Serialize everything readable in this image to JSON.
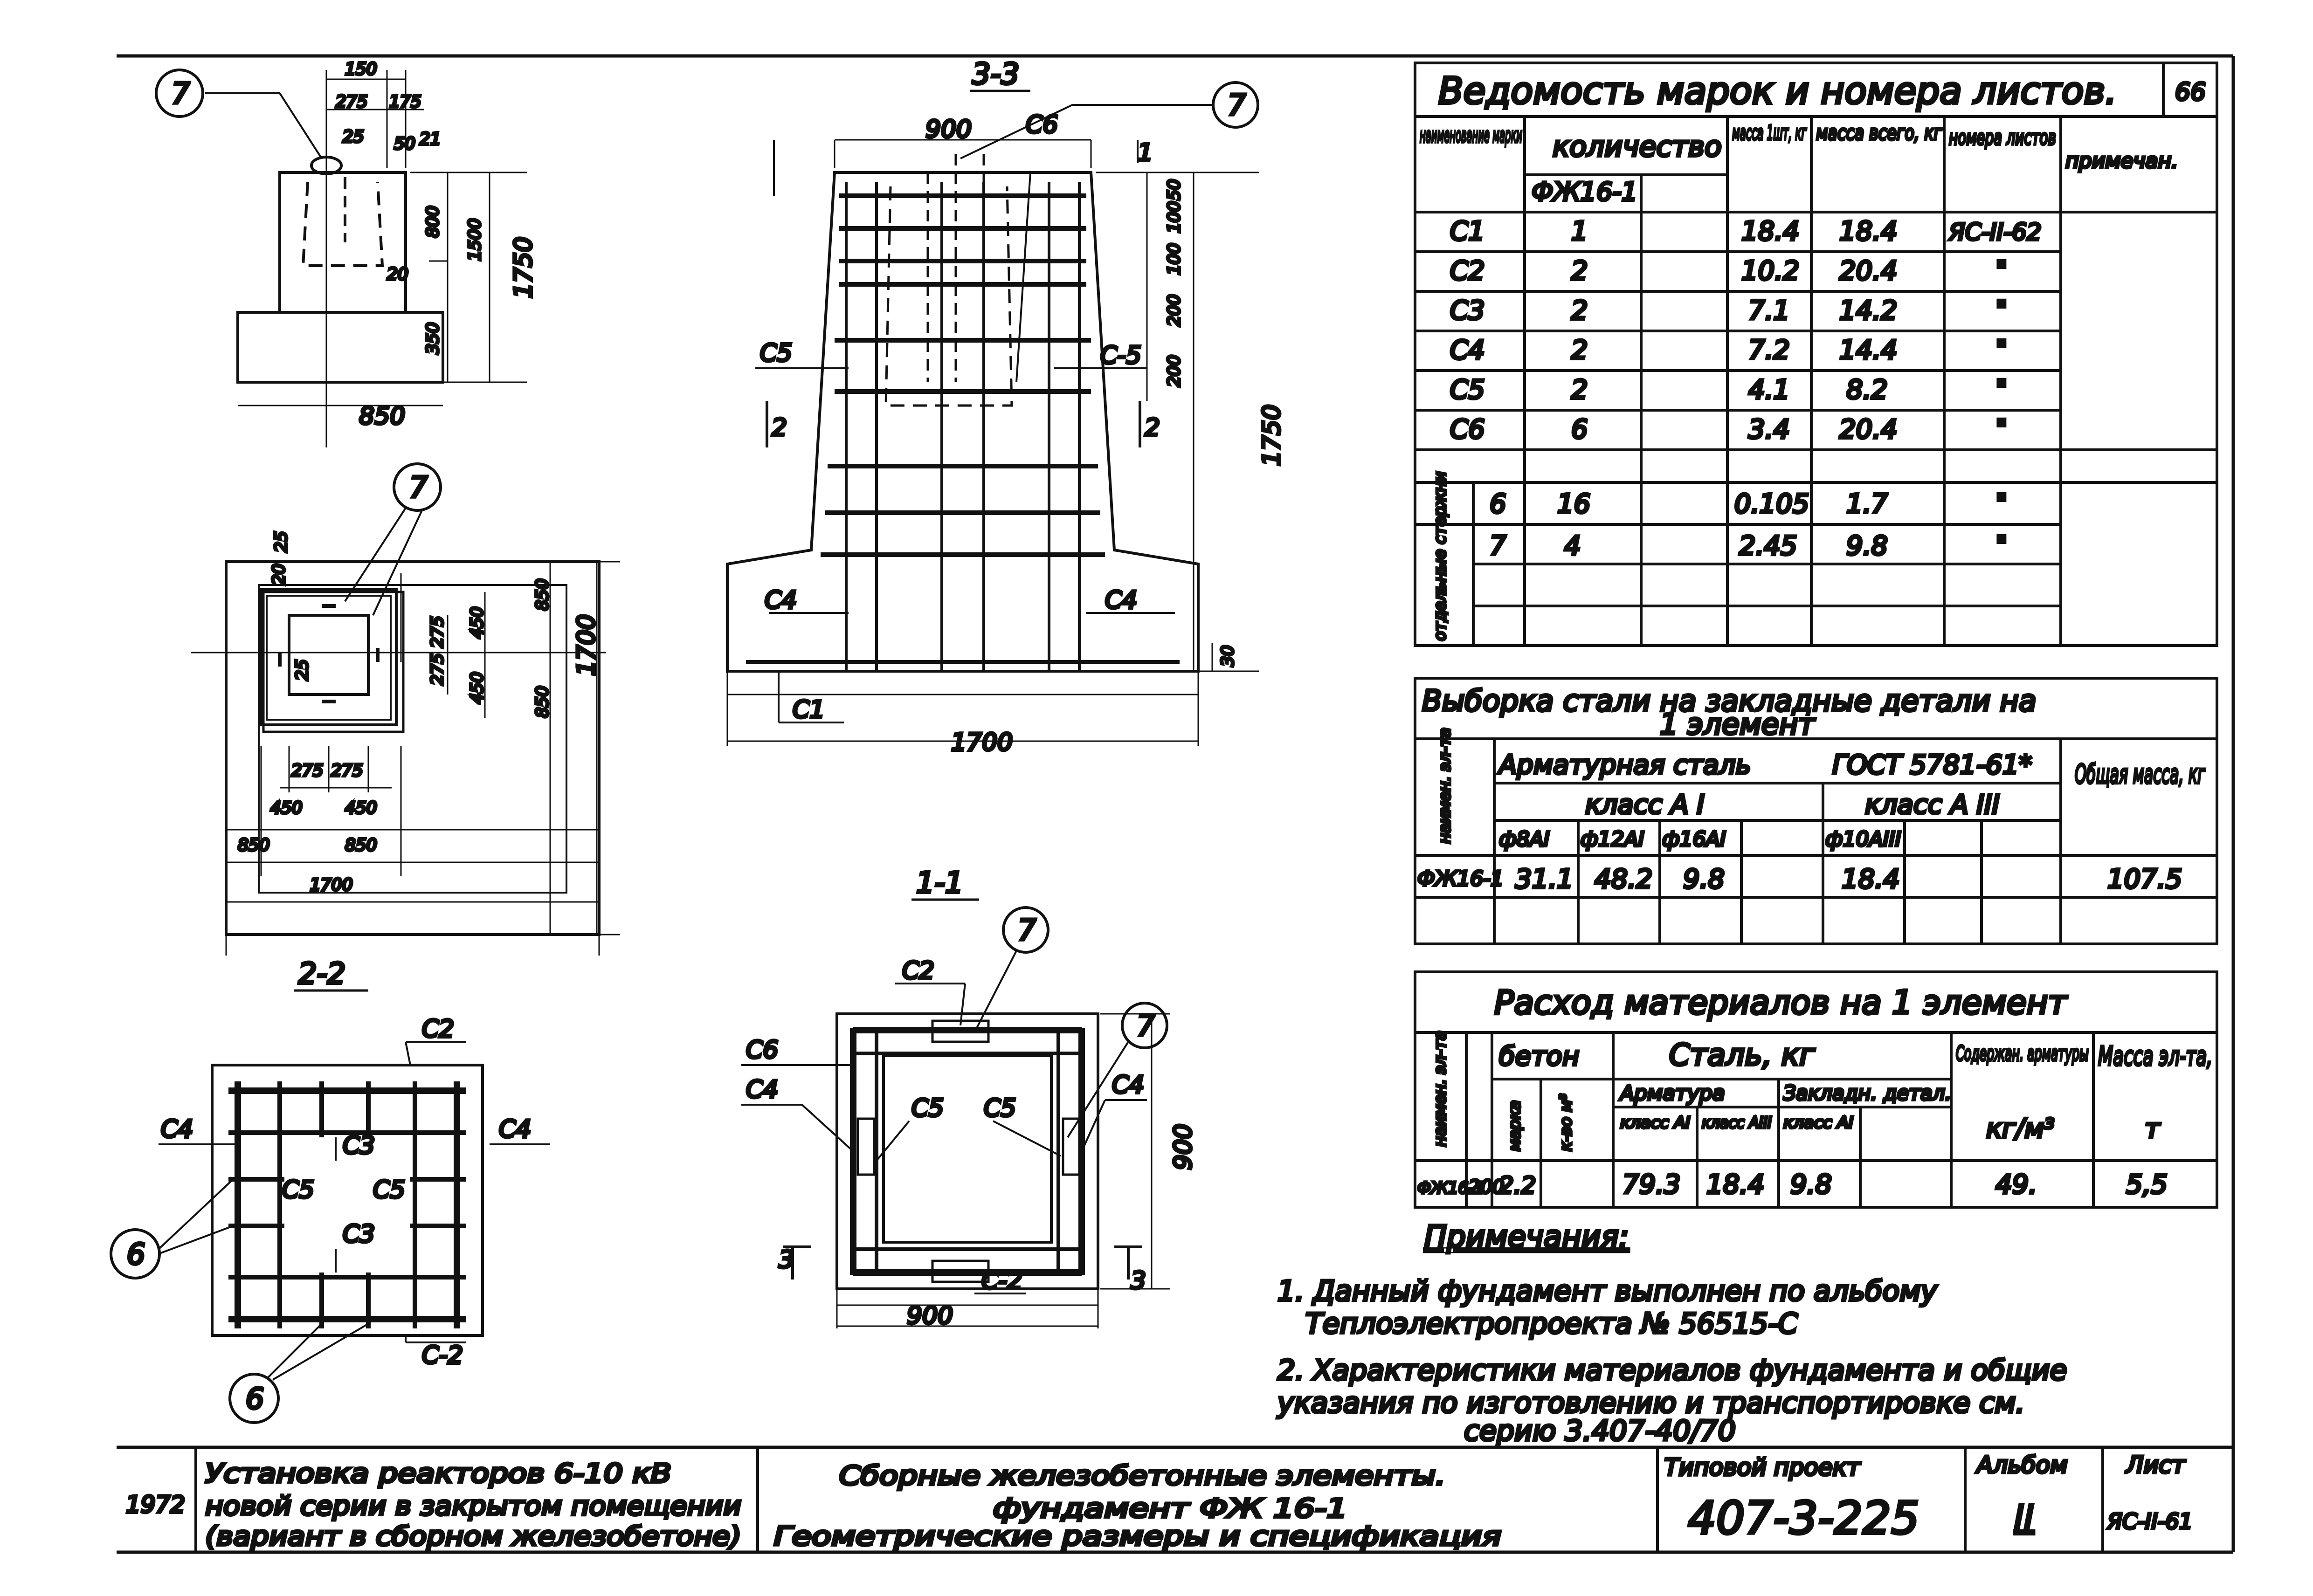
{
  "sheet_corner": "66",
  "views": {
    "section_3_3": "3-3",
    "section_1_1": "1-1",
    "section_2_2": "2-2",
    "callout_7": "7",
    "callout_6": "6"
  },
  "dims": {
    "d150": "150",
    "d275": "275",
    "d175": "175",
    "d25": "25",
    "d50": "50",
    "d21": "21",
    "d800": "800",
    "d1500": "1500",
    "d1750": "1750",
    "d350": "350",
    "d20": "20",
    "d850": "850",
    "d450": "450",
    "d1700": "1700",
    "d900": "900",
    "d100": "100",
    "d200": "200",
    "d30": "30"
  },
  "marks": {
    "c1": "С1",
    "c2": "С2",
    "c2b": "С-2",
    "c3": "С3",
    "c4": "С4",
    "c5": "С5",
    "c5b": "С-5",
    "c6": "С6",
    "s1": "1",
    "s2": "2",
    "s3": "3"
  },
  "table1": {
    "title": "Ведомость марок и номера листов.",
    "h_name": "наименование марки",
    "h_qty": "количество",
    "h_qty_sub": "ФЖ16-1",
    "h_mass1": "масса 1шт, кг",
    "h_mass_all": "масса всего, кг",
    "h_sheets": "номера листов",
    "h_note": "примечан.",
    "group_label": "отдельные стержни",
    "rows": [
      {
        "name": "С1",
        "qty": "1",
        "m1": "18.4",
        "m": "18.4",
        "sheet": "ЯС-II-62"
      },
      {
        "name": "С2",
        "qty": "2",
        "m1": "10.2",
        "m": "20.4",
        "sheet": "\""
      },
      {
        "name": "С3",
        "qty": "2",
        "m1": "7.1",
        "m": "14.2",
        "sheet": "\""
      },
      {
        "name": "С4",
        "qty": "2",
        "m1": "7.2",
        "m": "14.4",
        "sheet": "\""
      },
      {
        "name": "С5",
        "qty": "2",
        "m1": "4.1",
        "m": "8.2",
        "sheet": "\""
      },
      {
        "name": "С6",
        "qty": "6",
        "m1": "3.4",
        "m": "20.4",
        "sheet": "\""
      },
      {
        "name": "6",
        "qty": "16",
        "m1": "0.105",
        "m": "1.7",
        "sheet": "\""
      },
      {
        "name": "7",
        "qty": "4",
        "m1": "2.45",
        "m": "9.8",
        "sheet": "\""
      }
    ]
  },
  "table2": {
    "title1": "Выборка стали на закладные детали на",
    "title2": "1 элемент",
    "h_name": "наимен. эл-та",
    "h_steel": "Арматурная сталь",
    "h_gost": "ГОСТ 5781-61*",
    "h_classA1": "класс А I",
    "h_classA3": "класс А III",
    "h_total": "Общая масса, кг",
    "d8": "ф8АI",
    "d12": "ф12АI",
    "d16": "ф16АI",
    "d10": "ф10АIII",
    "row": {
      "name": "ФЖ16-1",
      "v8": "31.1",
      "v12": "48.2",
      "v16": "9.8",
      "v10": "18.4",
      "total": "107.5"
    }
  },
  "table3": {
    "title": "Расход материалов на 1 элемент",
    "h_name": "наимен. эл-та",
    "h_concrete": "бетон",
    "h_mark": "марка",
    "h_vol": "к-во м³",
    "h_steel": "Сталь, кг",
    "h_armat": "Арматура",
    "h_embed": "Закладн. детал.",
    "h_ka1": "класс АI",
    "h_ka3": "класс АIII",
    "h_ka1b": "класс АI",
    "h_content": "Содержан. арматуры",
    "h_content_unit": "кг/м³",
    "h_mass": "Масса эл-та,",
    "h_mass_unit": "т",
    "row": {
      "name": "ФЖ16-1",
      "mark": "200",
      "vol": "2.2",
      "a1": "79.3",
      "a3": "18.4",
      "e1": "9.8",
      "content": "49.",
      "mass": "5,5"
    }
  },
  "notes": {
    "title": "Примечания:",
    "n1a": "1. Данный фундамент выполнен по альбому",
    "n1b": "Теплоэлектропроекта № 56515-С",
    "n2a": "2. Характеристики материалов фундамента и общие",
    "n2b": "указания по изготовлению и транспортировке см.",
    "n2c": "серию 3.407-40/70"
  },
  "titleblock": {
    "year": "1972",
    "left1": "Установка реакторов 6-10 кВ",
    "left2": "новой серии в закрытом помещении",
    "left3": "(вариант в сборном железобетоне)",
    "mid1": "Сборные железобетонные элементы.",
    "mid2": "фундамент ФЖ 16-1",
    "mid3": "Геометрические размеры и спецификация",
    "proj_label": "Типовой проект",
    "proj": "407-3-225",
    "album_label": "Альбом",
    "album": "II",
    "sheet_label": "Лист",
    "sheet": "ЯС-II-61"
  }
}
